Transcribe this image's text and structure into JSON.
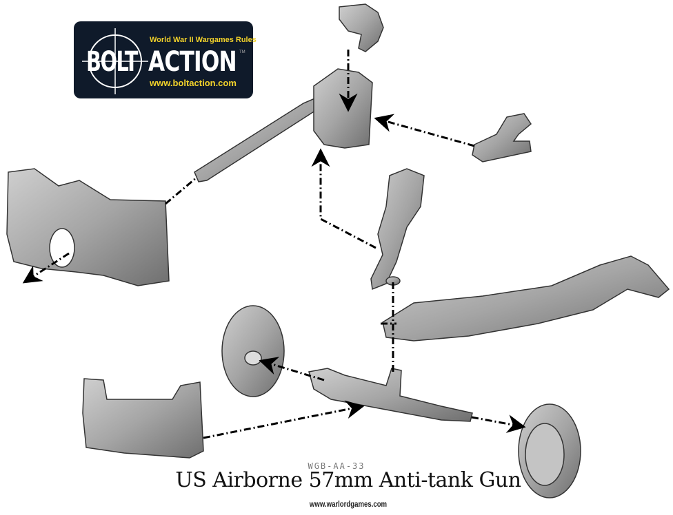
{
  "logo": {
    "tagline": "World War II Wargames Rules",
    "word1": "BOLT",
    "word2": "ACTION",
    "trademark": "TM",
    "url": "www.boltaction.com",
    "colors": {
      "background": "#0f1a2a",
      "accent": "#f2d22a",
      "text": "#ffffff"
    }
  },
  "product": {
    "code": "WGB-AA-33",
    "title": "US Airborne 57mm Anti-tank Gun",
    "website": "www.warlordgames.com"
  },
  "parts": [
    "sight",
    "barrel-and-breech",
    "handle",
    "gun-shield",
    "trail-leg-left",
    "trail-leg-right",
    "wheel-left",
    "axle",
    "wheel-right",
    "lower-shield"
  ],
  "colors": {
    "metal": "#a9a9a9",
    "metal_dark": "#6e6e6e",
    "guide_line": "#000000"
  }
}
